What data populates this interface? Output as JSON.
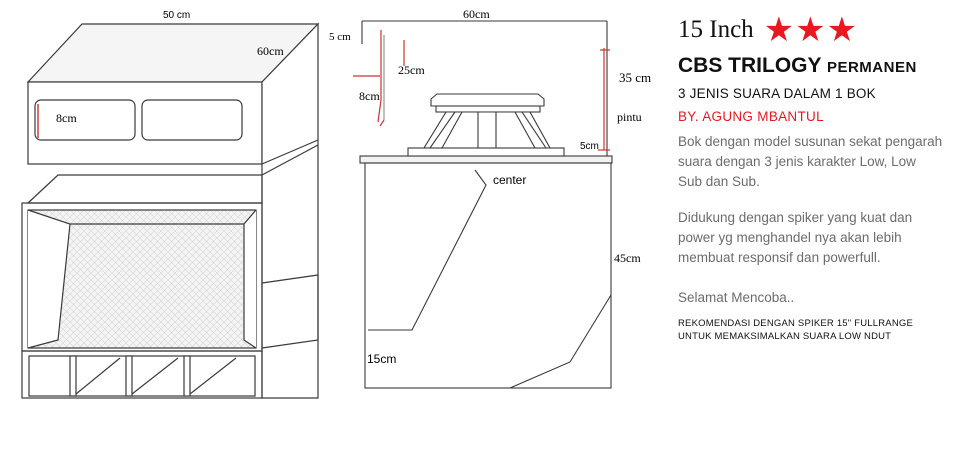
{
  "front_view": {
    "width_label": "50 cm",
    "depth_label": "60cm",
    "port_label": "8cm"
  },
  "side_view": {
    "width_label": "60cm",
    "top_gap_label": "5 cm",
    "horn_label": "25cm",
    "port_label": "8cm",
    "upper_height_label": "35 cm",
    "door_label": "pintu",
    "shelf_label": "5cm",
    "center_label": "center",
    "lower_height_label": "45cm",
    "bottom_label": "15cm"
  },
  "info": {
    "size": "15 Inch",
    "stars": [
      "★",
      "★",
      "★"
    ],
    "star_color": "#e8191f",
    "title": "CBS TRILOGY",
    "title_suffix": "PERMANEN",
    "subtitle": "3 JENIS SUARA DALAM 1 BOK",
    "author": "BY.  AGUNG MBANTUL",
    "paragraph1": "Bok dengan model susunan sekat pengarah suara dengan 3 jenis karakter Low, Low Sub dan Sub.",
    "paragraph2": "Didukung dengan spiker yang kuat dan power yg menghandel nya akan lebih membuat responsif dan powerfull.",
    "closing": "Selamat Mencoba..",
    "recommendation": "REKOMENDASI DENGAN SPIKER 15\" FULLRANGE UNTUK MEMAKSIMALKAN SUARA LOW NDUT"
  }
}
